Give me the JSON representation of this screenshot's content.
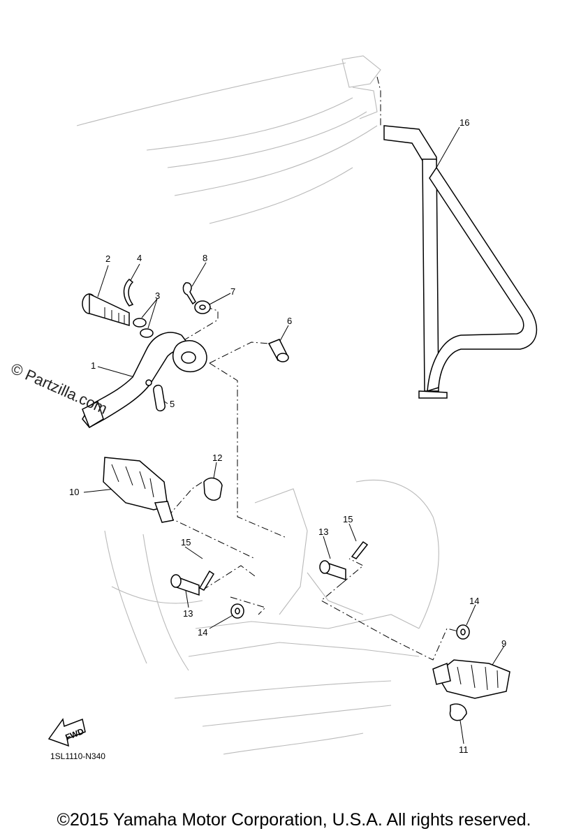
{
  "diagram": {
    "callouts": [
      "1",
      "2",
      "3",
      "4",
      "5",
      "6",
      "7",
      "8",
      "9",
      "10",
      "11",
      "12",
      "13",
      "14",
      "15",
      "16"
    ],
    "code": "1SL1110-N340",
    "fwd_label": "FWD",
    "watermark": "© Partzilla.com",
    "copyright": "©2015 Yamaha Motor Corporation, U.S.A. All rights reserved."
  }
}
